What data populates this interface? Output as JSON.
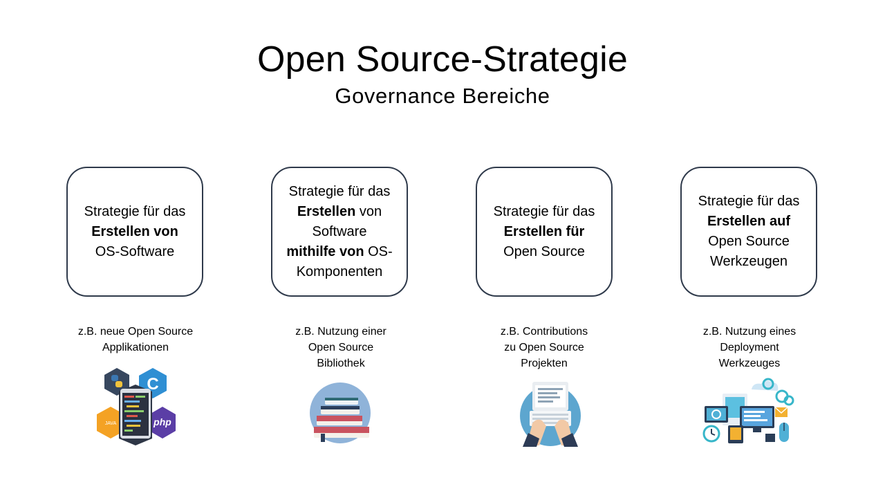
{
  "title": "Open Source-Strategie",
  "subtitle": "Governance Bereiche",
  "cards": [
    {
      "lines": [
        [
          {
            "t": "Strategie für das",
            "b": false
          }
        ],
        [
          {
            "t": "Erstellen von",
            "b": true
          }
        ],
        [
          {
            "t": "OS-Software",
            "b": false
          }
        ]
      ],
      "note_lines": [
        "z.B. neue Open Source",
        "Applikationen"
      ],
      "icon": "programming-languages-icon"
    },
    {
      "lines": [
        [
          {
            "t": "Strategie für das",
            "b": false
          }
        ],
        [
          {
            "t": "Erstellen",
            "b": true
          },
          {
            "t": " von",
            "b": false
          }
        ],
        [
          {
            "t": "Software",
            "b": false
          }
        ],
        [
          {
            "t": "mithilfe von",
            "b": true
          },
          {
            "t": " OS-",
            "b": false
          }
        ],
        [
          {
            "t": "Komponenten",
            "b": false
          }
        ]
      ],
      "note_lines": [
        "z.B. Nutzung einer",
        "Open Source",
        "Bibliothek"
      ],
      "icon": "book-stack-icon"
    },
    {
      "lines": [
        [
          {
            "t": "Strategie für das",
            "b": false
          }
        ],
        [
          {
            "t": "Erstellen für",
            "b": true
          }
        ],
        [
          {
            "t": "Open Source",
            "b": false
          }
        ]
      ],
      "note_lines": [
        "z.B. Contributions",
        "zu Open Source",
        "Projekten"
      ],
      "icon": "laptop-typing-icon"
    },
    {
      "lines": [
        [
          {
            "t": "Strategie für das",
            "b": false
          }
        ],
        [
          {
            "t": "Erstellen auf",
            "b": true
          }
        ],
        [
          {
            "t": "Open Source",
            "b": false
          }
        ],
        [
          {
            "t": "Werkzeugen",
            "b": false
          }
        ]
      ],
      "note_lines": [
        "z.B. Nutzung eines",
        "Deployment",
        "Werkzeuges"
      ],
      "icon": "deployment-tools-icon"
    }
  ],
  "icon_texts": {
    "c_label": "C",
    "java_label": "JAVA",
    "php_label": "php"
  }
}
